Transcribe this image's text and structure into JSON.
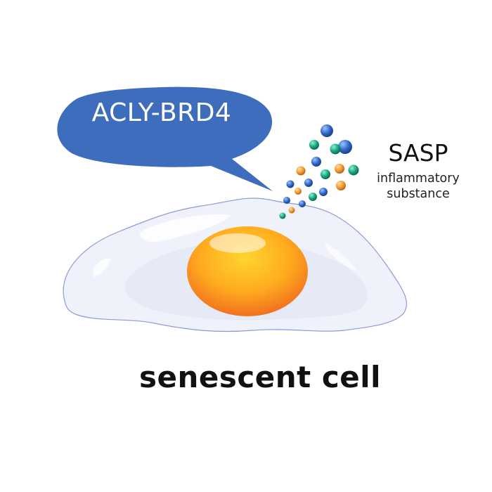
{
  "bubble": {
    "label": "ACLY-BRD4",
    "fill": "#3e6dbe"
  },
  "sasp": {
    "title": "SASP",
    "line1": "inflammatory",
    "line2": "substance",
    "colors": [
      "#2f67c9",
      "#17a57f",
      "#f39a2c"
    ]
  },
  "cell": {
    "label": "senescent cell",
    "nucleus_colors": [
      "#ffd52e",
      "#ffab1f",
      "#f06a1f"
    ]
  }
}
